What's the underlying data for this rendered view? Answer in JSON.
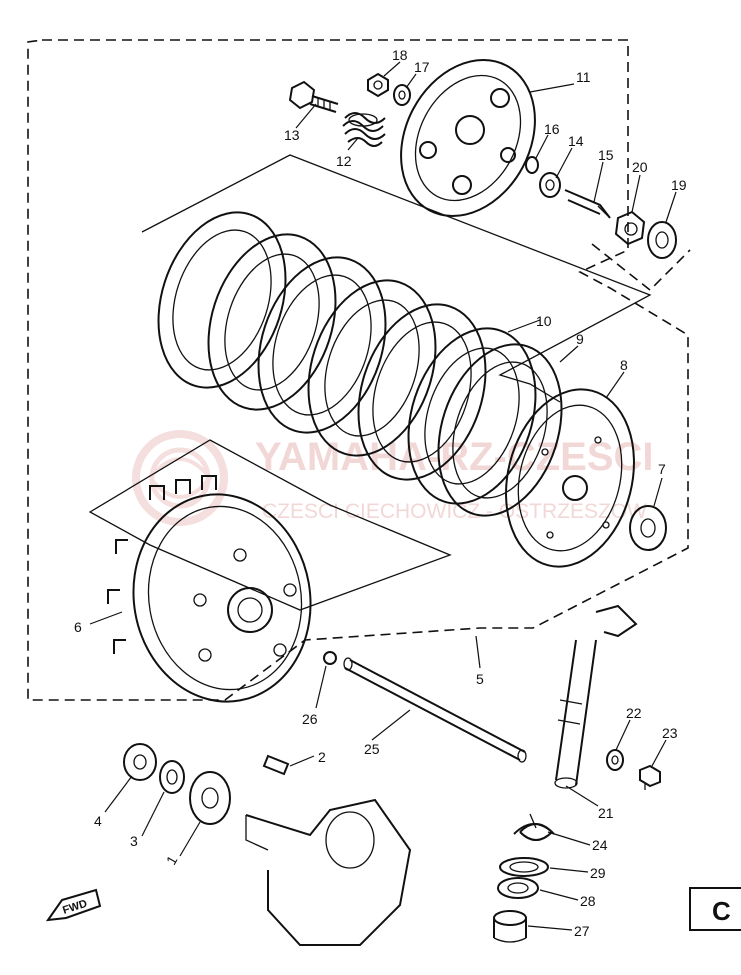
{
  "diagram": {
    "part_numbers": {
      "p1": "1",
      "p2": "2",
      "p3": "3",
      "p4": "4",
      "p5": "5",
      "p6": "6",
      "p7": "7",
      "p8": "8",
      "p9": "9",
      "p10": "10",
      "p11": "11",
      "p12": "12",
      "p13": "13",
      "p14": "14",
      "p15": "15",
      "p16": "16",
      "p17": "17",
      "p18": "18",
      "p19": "19",
      "p20": "20",
      "p21": "21",
      "p22": "22",
      "p23": "23",
      "p24": "24",
      "p25": "25",
      "p26": "26",
      "p27": "27",
      "p28": "28",
      "p29": "29"
    },
    "fwd_label": "FWD",
    "section_tag": "C",
    "watermark": {
      "line1": "YAMAHA-RZ-CZESCI",
      "line2": "CZESCI CIECHOWICZ - OSTRZESZOW"
    },
    "colors": {
      "ink": "#111111",
      "watermark": "#e9b8b8"
    }
  }
}
